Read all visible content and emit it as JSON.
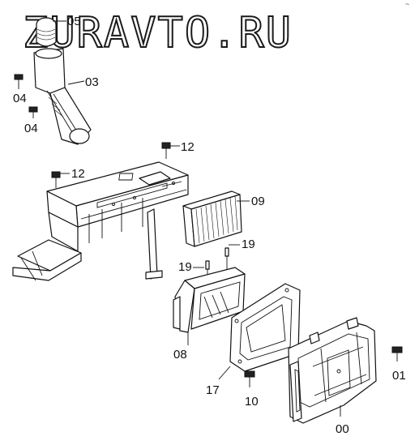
{
  "watermark": "ZURAVTO.RU",
  "corner_mark": "~",
  "labels": {
    "p05": "05",
    "p03": "03",
    "p04a": "04",
    "p04b": "04",
    "p12a": "12",
    "p12b": "12",
    "p09": "09",
    "p19a": "19",
    "p19b": "19",
    "p08": "08",
    "p17": "17",
    "p10": "10",
    "p01": "01",
    "p00": "00"
  }
}
